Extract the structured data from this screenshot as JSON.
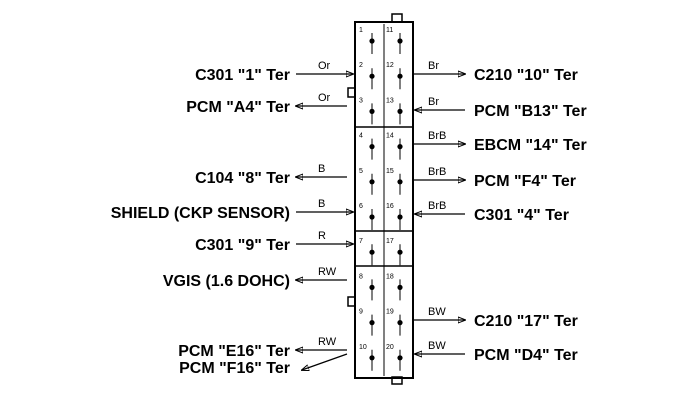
{
  "colors": {
    "ink": "#000000",
    "background": "#ffffff"
  },
  "pins": {
    "left": [
      "1",
      "2",
      "3",
      "4",
      "5",
      "6",
      "7",
      "8",
      "9",
      "10"
    ],
    "right": [
      "11",
      "12",
      "13",
      "14",
      "15",
      "16",
      "17",
      "18",
      "19",
      "20"
    ]
  },
  "left_circuits": [
    {
      "pin": 1,
      "label": "C301 \"1\" Ter",
      "wire": "Or",
      "direction": "in"
    },
    {
      "pin": 2,
      "label": "PCM \"A4\" Ter",
      "wire": "Or",
      "direction": "out"
    },
    {
      "pin": 4,
      "label": "C104 \"8\" Ter",
      "wire": "B",
      "direction": "out"
    },
    {
      "pin": 6,
      "label": "SHIELD (CKP SENSOR)",
      "wire": "B",
      "direction": "in"
    },
    {
      "pin": 7,
      "label": "C301 \"9\" Ter",
      "wire": "R",
      "direction": "in"
    },
    {
      "pin": 8,
      "label": "VGIS (1.6 DOHC)",
      "wire": "RW",
      "direction": "out"
    },
    {
      "pin": 10,
      "label": "PCM \"E16\" Ter",
      "wire": "RW",
      "direction": "out"
    },
    {
      "pin": 10,
      "label": "PCM \"F16\" Ter",
      "wire": "",
      "direction": "out"
    }
  ],
  "right_circuits": [
    {
      "pin": 11,
      "label": "C210 \"10\" Ter",
      "wire": "Br",
      "direction": "out"
    },
    {
      "pin": 13,
      "label": "PCM \"B13\" Ter",
      "wire": "Br",
      "direction": "in"
    },
    {
      "pin": 14,
      "label": "EBCM \"14\" Ter",
      "wire": "BrB",
      "direction": "out"
    },
    {
      "pin": 15,
      "label": "PCM \"F4\" Ter",
      "wire": "BrB",
      "direction": "out"
    },
    {
      "pin": 16,
      "label": "C301 \"4\" Ter",
      "wire": "BrB",
      "direction": "in"
    },
    {
      "pin": 19,
      "label": "C210 \"17\" Ter",
      "wire": "BW",
      "direction": "out"
    },
    {
      "pin": 20,
      "label": "PCM \"D4\" Ter",
      "wire": "BW",
      "direction": "in"
    }
  ]
}
